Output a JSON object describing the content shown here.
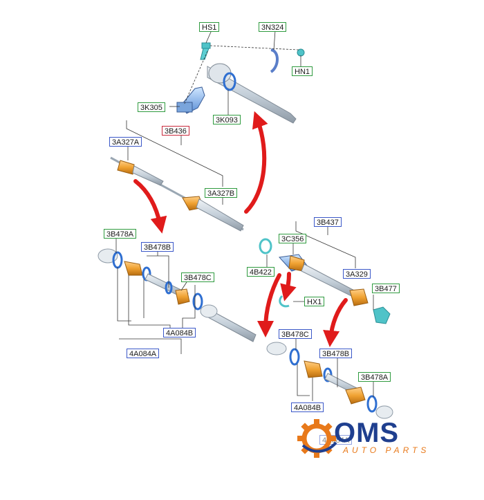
{
  "labels": {
    "HS1": "HS1",
    "3N324": "3N324",
    "HN1": "HN1",
    "3K305": "3K305",
    "3K093": "3K093",
    "3B436": "3B436",
    "3A327A": "3A327A",
    "3A327B": "3A327B",
    "3B478A_left": "3B478A",
    "3B478B_left": "3B478B",
    "3B478C_left": "3B478C",
    "4A084B_left": "4A084B",
    "4A084A": "4A084A",
    "3B437": "3B437",
    "3C356": "3C356",
    "4B422": "4B422",
    "3A329": "3A329",
    "3B477": "3B477",
    "HX1": "HX1",
    "3B478C_right": "3B478C",
    "3B478B_right": "3B478B",
    "3B478A_right": "3B478A",
    "4A084B_right": "4A084B",
    "hidden_right": "4A084A"
  },
  "logo": {
    "name": "OMS",
    "tagline": "AUTO PARTS"
  },
  "colors": {
    "green_label": "#2e9a3e",
    "blue_label": "#3a57c8",
    "red_label": "#c8283a",
    "arrow": "#e01b1b",
    "shaft": "#c9d4de",
    "boot": "#f0a232",
    "ring": "#2f6fd1",
    "hardware": "#4fc3c8"
  }
}
